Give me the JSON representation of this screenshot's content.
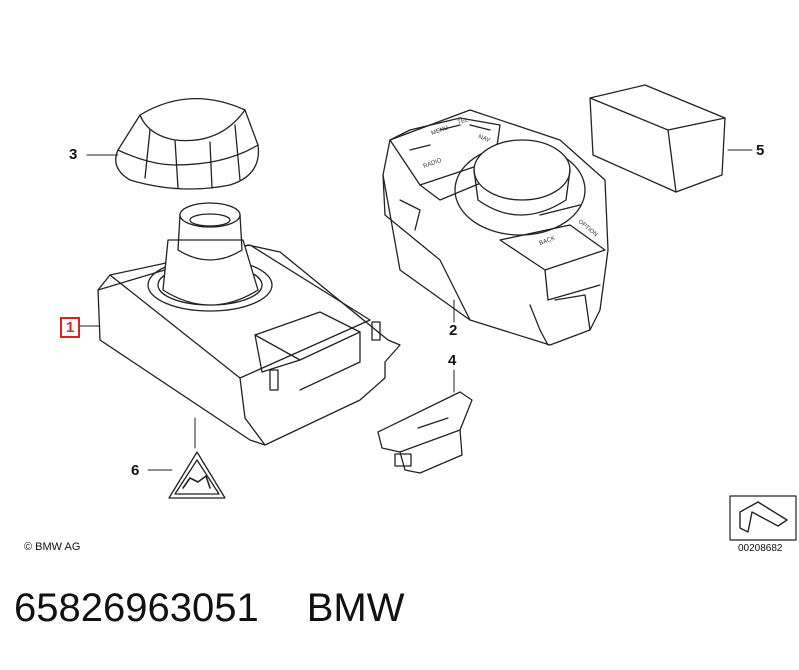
{
  "diagram": {
    "callouts": {
      "c1": "1",
      "c2": "2",
      "c3": "3",
      "c4": "4",
      "c5": "5",
      "c6": "6"
    },
    "key_labels": {
      "menu": "MENU",
      "tel": "TEL",
      "nav": "NAV",
      "radio": "RADIO",
      "back": "BACK",
      "option": "OPTION"
    },
    "copyright": "© BMW AG",
    "reference_number": "00208682"
  },
  "footer": {
    "part_number": "65826963051",
    "brand": "BMW"
  },
  "colors": {
    "line": "#222222",
    "highlight": "#d22222"
  }
}
